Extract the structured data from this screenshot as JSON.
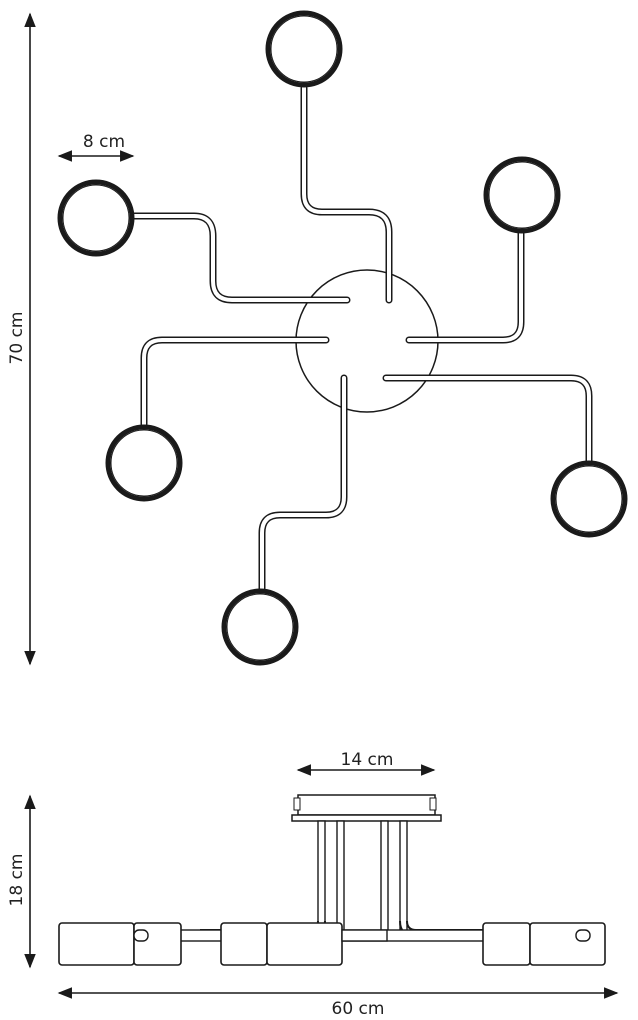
{
  "dimensions": {
    "height_top": "70 cm",
    "glass_width": "8 cm",
    "canopy_width": "14 cm",
    "height_side": "18 cm",
    "total_width": "60 cm"
  }
}
